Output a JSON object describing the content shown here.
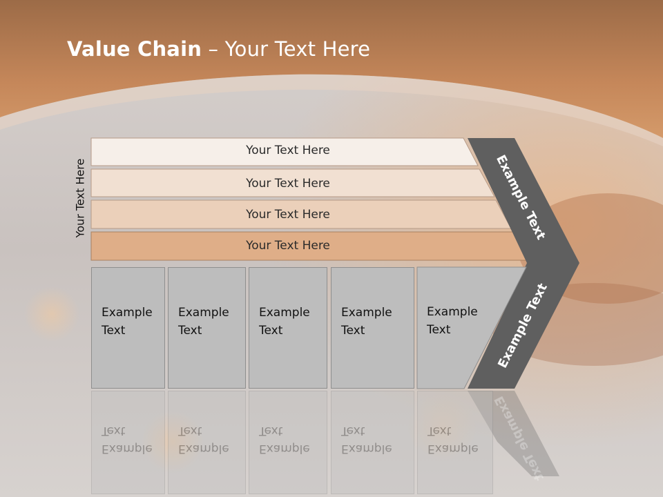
{
  "title": {
    "bold": "Value Chain",
    "rest": " – Your Text Here"
  },
  "side_label": "Your Text Here",
  "bars": [
    "Your Text Here",
    "Your Text Here",
    "Your Text Here",
    "Your Text Here"
  ],
  "boxes": [
    {
      "line1": "Example",
      "line2": "Text"
    },
    {
      "line1": "Example",
      "line2": "Text"
    },
    {
      "line1": "Example",
      "line2": "Text"
    },
    {
      "line1": "Example",
      "line2": "Text"
    },
    {
      "line1": "Example",
      "line2": "Text"
    }
  ],
  "chevron": {
    "upper": "Example Text",
    "lower": "Example Text"
  },
  "colors": {
    "bar1": "#f6efe9",
    "bar2": "#f1e0d2",
    "bar3": "#ebd0ba",
    "bar4": "#dfae88",
    "box": "#bdbdbd",
    "chevron": "#5f5f5f",
    "header": "#b67a4c"
  }
}
